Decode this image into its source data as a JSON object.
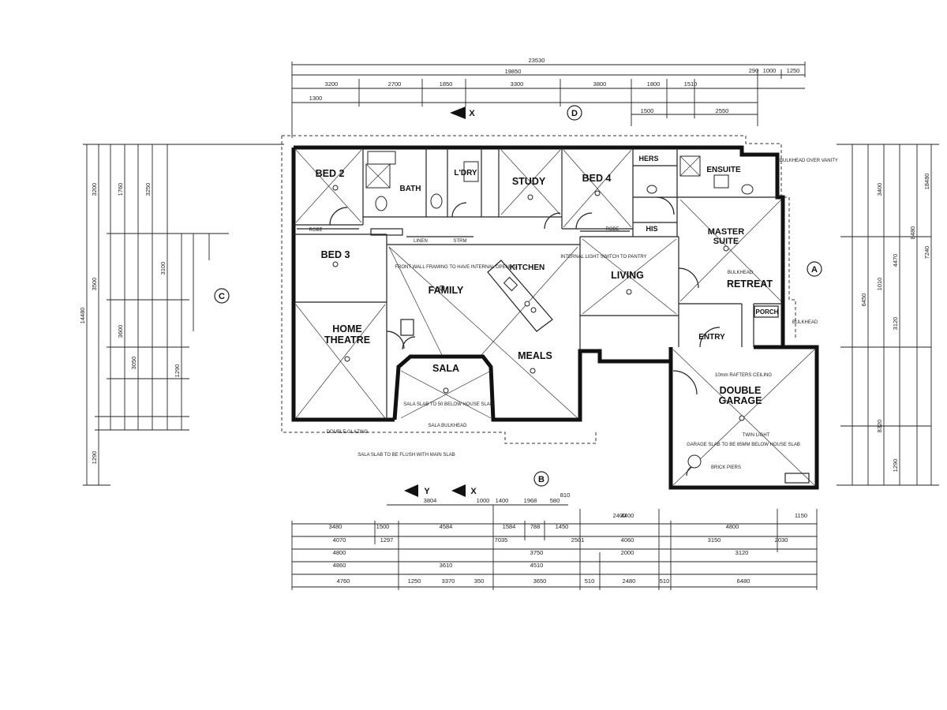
{
  "rooms": {
    "bed2": "BED 2",
    "bath": "BATH",
    "ldry": "L'DRY",
    "study": "STUDY",
    "bed4": "BED 4",
    "hers": "HERS",
    "his": "HIS",
    "ensuite": "ENSUITE",
    "bed3": "BED 3",
    "family": "FAMILY",
    "kitchen": "KITCHEN",
    "living": "LIVING",
    "master_suite_1": "MASTER",
    "master_suite_2": "SUITE",
    "retreat": "RETREAT",
    "home_theatre_1": "HOME",
    "home_theatre_2": "THEATRE",
    "sala": "SALA",
    "meals": "MEALS",
    "entry": "ENTRY",
    "porch": "PORCH",
    "double_garage_1": "DOUBLE",
    "double_garage_2": "GARAGE"
  },
  "labels": {
    "robe_1": "ROBE",
    "robe_2": "ROBE",
    "linen": "LINEN",
    "store": "STRM",
    "bulkhead": "BULKHEAD",
    "sala_bulkhead": "SALA BULKHEAD",
    "double_glazing": "DOUBLE GLAZING",
    "sala_slab": "SALA SLAB TO 50 BELOW HOUSE SLAB",
    "garage_slab": "GARAGE SLAB TO BE 85MM BELOW HOUSE SLAB",
    "garage_rafters": "10mm RAFTERS CEILING",
    "garage_light": "TWIN LIGHT",
    "brick_piers": "BRICK PIERS",
    "sala_slab_note": "SALA SLAB TO BE FLUSH WITH MAIN SLAB",
    "family_note": "FRONT WALL FRAMING TO HAVE INTERNAL OPENING",
    "kitchen_note": "INTERNAL LIGHT SWITCH TO PANTRY",
    "ensuite_note": "BULKHEAD OVER VANITY",
    "bulkhead_note": "BULKHEAD"
  },
  "markers": {
    "a": "A",
    "b": "B",
    "c": "C",
    "d": "D",
    "x_top": "X",
    "x_bottom": "X",
    "y_bottom": "Y"
  },
  "top_dims": {
    "overall": "23530",
    "row2": "19850",
    "row3": [
      "3200",
      "2700",
      "1850",
      "3300",
      "3800",
      "1800",
      "1510"
    ],
    "row3_right": [
      "290",
      "1000",
      "1250"
    ],
    "row4": [
      "1300",
      "1500",
      "2550"
    ]
  },
  "bottom_dims": {
    "row1": [
      "3804",
      "1000",
      "1400",
      "1968",
      "580",
      "810"
    ],
    "row2": [
      "3480",
      "1500",
      "4584",
      "1584",
      "788",
      "1450",
      "2400",
      "4800",
      "1150"
    ],
    "row3": [
      "4070",
      "1297",
      "7035",
      "2501",
      "4060",
      "3150",
      "2030"
    ],
    "row4": [
      "4800",
      "3750",
      "4400",
      "3120"
    ],
    "row5": [
      "4860",
      "3610",
      "4510",
      "2000"
    ],
    "row6": [
      "4760",
      "1250",
      "3370",
      "350",
      "3650",
      "510",
      "2480",
      "510",
      "6480"
    ]
  },
  "left_dims": {
    "overall": "14480",
    "parts": [
      "3200",
      "3500",
      "1290",
      "1760",
      "3600",
      "3050",
      "3250",
      "3100",
      "1290"
    ]
  },
  "right_dims": {
    "overall": "18480",
    "parts": [
      "3400",
      "7240",
      "8480",
      "4470",
      "1010",
      "6450",
      "3120",
      "8320",
      "1290"
    ]
  }
}
